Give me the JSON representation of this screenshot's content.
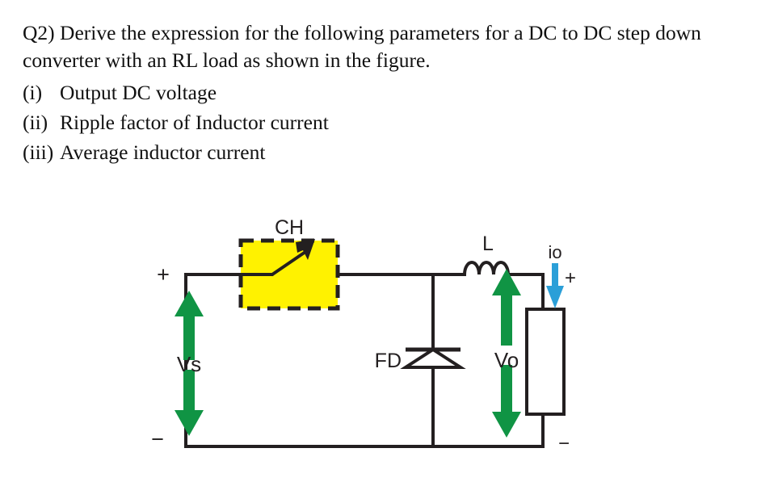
{
  "question": {
    "intro": "Q2) Derive the expression for the following parameters for a DC to DC step down converter with an RL load as shown in the figure.",
    "items": [
      {
        "marker": "(i)",
        "text": "Output DC voltage"
      },
      {
        "marker": "(ii)",
        "text": "Ripple factor of Inductor current"
      },
      {
        "marker": "(iii)",
        "text": "Average inductor current"
      }
    ]
  },
  "figure": {
    "name": "dc-dc-step-down-converter-rl-load",
    "labels": {
      "chopper": "CH",
      "source": "Vs",
      "source_plus": "+",
      "source_minus": "−",
      "freewheeling_diode": "FD",
      "inductor": "L",
      "output_voltage": "Vo",
      "output_current": "io",
      "output_plus": "+",
      "output_minus": "−"
    },
    "colors": {
      "switch_box_fill": "#FFF200",
      "switch_box_border": "#231f20",
      "wire": "#231f20",
      "voltage_arrow_green": "#109444",
      "current_arrow_blue": "#2b9fd8",
      "label_text": "#231f20",
      "background": "#ffffff"
    }
  }
}
